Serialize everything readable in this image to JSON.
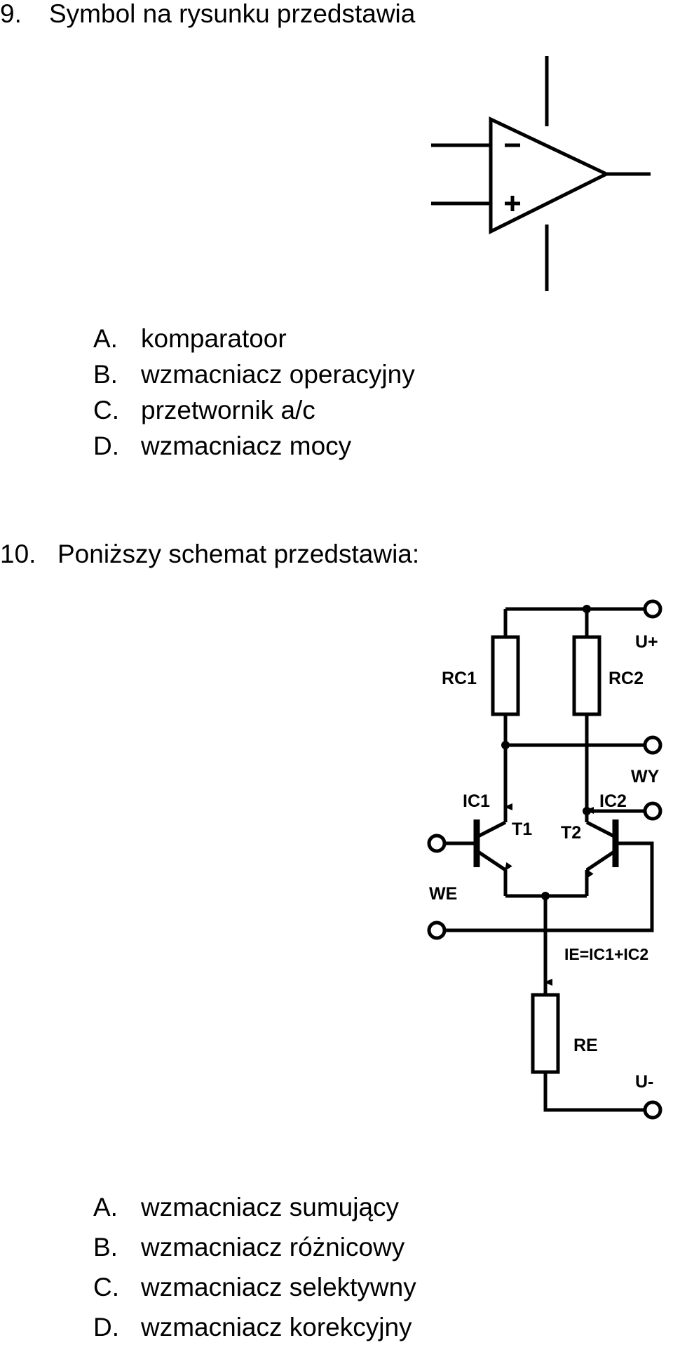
{
  "q9": {
    "number": "9.",
    "text": "Symbol na rysunku przedstawia",
    "figure": {
      "minus": "−",
      "plus": "+"
    },
    "options": [
      {
        "letter": "A.",
        "text": "komparatoor"
      },
      {
        "letter": "B.",
        "text": "wzmacniacz operacyjny"
      },
      {
        "letter": "C.",
        "text": "przetwornik a/c"
      },
      {
        "letter": "D.",
        "text": "wzmacniacz mocy"
      }
    ]
  },
  "q10": {
    "number": "10.",
    "text": "Poniższy schemat przedstawia:",
    "schematic": {
      "rc1": "RC1",
      "rc2": "RC2",
      "uplus": "U+",
      "wy": "WY",
      "ic1": "IC1",
      "ic2": "IC2",
      "t1": "T1",
      "t2": "T2",
      "we": "WE",
      "ie": "IE=IC1+IC2",
      "re": "RE",
      "uminus": "U-"
    },
    "options": [
      {
        "letter": "A.",
        "text": "wzmacniacz sumujący"
      },
      {
        "letter": "B.",
        "text": "wzmacniacz różnicowy"
      },
      {
        "letter": "C.",
        "text": "wzmacniacz selektywny"
      },
      {
        "letter": "D.",
        "text": "wzmacniacz korekcyjny"
      }
    ]
  }
}
